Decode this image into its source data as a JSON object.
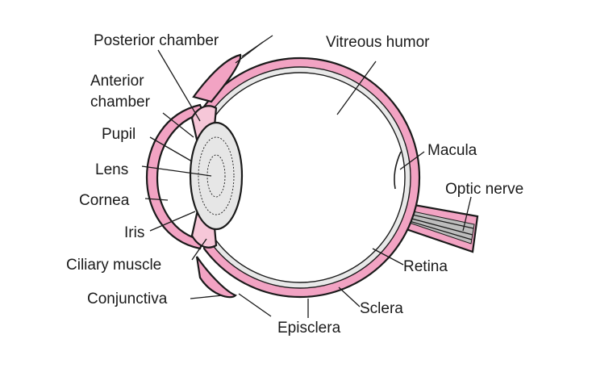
{
  "colors": {
    "sclera": "#f2a3c3",
    "outline": "#1a1a1a",
    "inner_layer": "#e8e8e8",
    "lens_fill": "#e6e6e6",
    "nerve_fiber": "#bdbdbd",
    "background": "#ffffff"
  },
  "labels": {
    "posterior_chamber": "Posterior chamber",
    "anterior_chamber_1": "Anterior",
    "anterior_chamber_2": "chamber",
    "pupil": "Pupil",
    "lens": "Lens",
    "cornea": "Cornea",
    "iris": "Iris",
    "ciliary_muscle": "Ciliary muscle",
    "conjunctiva": "Conjunctiva",
    "vitreous_humor": "Vitreous humor",
    "macula": "Macula",
    "optic_nerve": "Optic nerve",
    "retina": "Retina",
    "sclera": "Sclera",
    "episclera": "Episclera"
  }
}
